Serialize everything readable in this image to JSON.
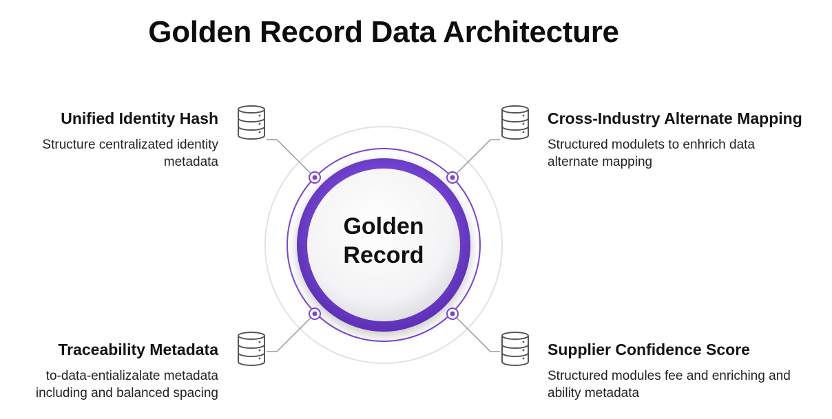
{
  "title": "Golden Record Data Architecture",
  "center": {
    "line1": "Golden",
    "line2": "Record"
  },
  "nodes": [
    {
      "heading": "Unified Identity Hash",
      "description": "Structure centralizated identity metadata",
      "icon": "database-icon"
    },
    {
      "heading": "Cross-Industry Alternate Mapping",
      "description": "Structured modulets to enhrich data alternate mapping",
      "icon": "database-icon"
    },
    {
      "heading": "Traceability Metadata",
      "description": "to-data-entializalate metadata including and balanced spacing",
      "icon": "database-icon"
    },
    {
      "heading": "Supplier Confidence Score",
      "description": "Structured modules fee and enriching and ability metadata",
      "icon": "database-icon"
    }
  ],
  "colors": {
    "accent": "#7a45d6",
    "accent_dark": "#5d2fb3",
    "line": "#9a9a9a",
    "text": "#111111"
  }
}
